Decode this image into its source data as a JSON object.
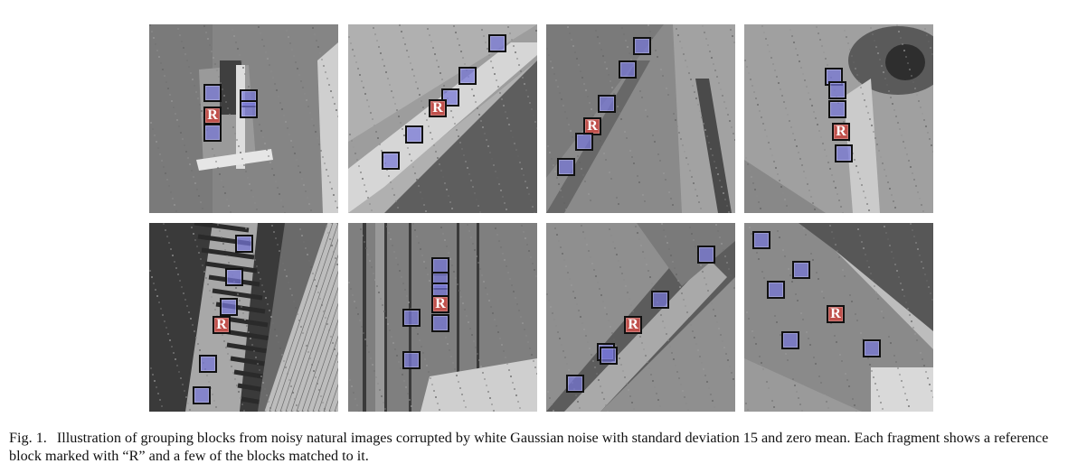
{
  "figure": {
    "label": "Fig. 1.",
    "caption": "Illustration of grouping blocks from noisy natural images corrupted by white Gaussian noise with standard deviation 15 and zero mean. Each fragment shows a reference block marked with “R” and a few of the blocks matched to it.",
    "reference_marker": "R",
    "block_colors": {
      "matched": "#7676d7",
      "reference": "#c0514c",
      "border": "#111111"
    },
    "panels": [
      {
        "name": "window-fragment"
      },
      {
        "name": "diagonal-edge-fragment"
      },
      {
        "name": "rising-edge-fragment"
      },
      {
        "name": "eye-fragment"
      },
      {
        "name": "striped-fabric-fragment"
      },
      {
        "name": "vertical-lines-fragment"
      },
      {
        "name": "diagonal-band-fragment"
      },
      {
        "name": "textured-region-fragment"
      }
    ]
  }
}
